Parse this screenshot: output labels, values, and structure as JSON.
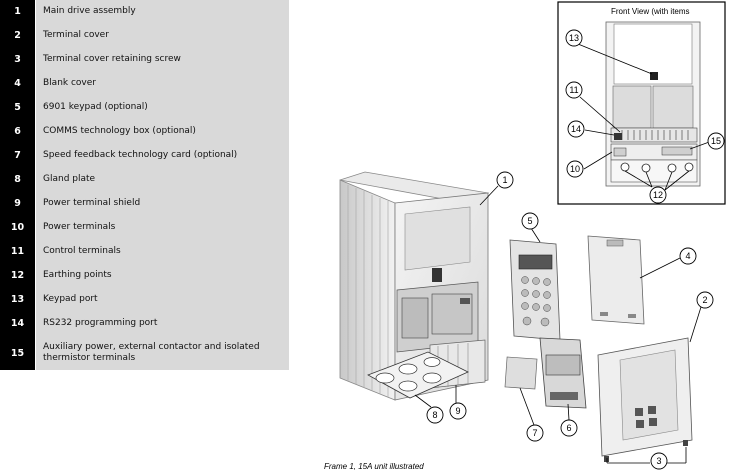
{
  "legend": {
    "items": [
      {
        "num": "1",
        "label": "Main drive assembly"
      },
      {
        "num": "2",
        "label": "Terminal cover"
      },
      {
        "num": "3",
        "label": "Terminal cover retaining screw"
      },
      {
        "num": "4",
        "label": "Blank cover"
      },
      {
        "num": "5",
        "label": "6901 keypad (optional)"
      },
      {
        "num": "6",
        "label": "COMMS technology box (optional)"
      },
      {
        "num": "7",
        "label": "Speed feedback technology card (optional)"
      },
      {
        "num": "8",
        "label": "Gland plate"
      },
      {
        "num": "9",
        "label": "Power terminal shield"
      },
      {
        "num": "10",
        "label": "Power terminals"
      },
      {
        "num": "11",
        "label": "Control terminals"
      },
      {
        "num": "12",
        "label": "Earthing points"
      },
      {
        "num": "13",
        "label": "Keypad port"
      },
      {
        "num": "14",
        "label": "RS232 programming port"
      },
      {
        "num": "15",
        "label": "Auxiliary power, external contactor and isolated thermistor terminals"
      }
    ]
  },
  "inset": {
    "title": "Front View (with items"
  },
  "callouts": {
    "c1": "1",
    "c2": "2",
    "c3": "3",
    "c4": "4",
    "c5": "5",
    "c6": "6",
    "c7": "7",
    "c8": "8",
    "c9": "9",
    "c10": "10",
    "c11": "11",
    "c12": "12",
    "c13": "13",
    "c14": "14",
    "c15": "15"
  },
  "caption": "Frame 1, 15A unit illustrated"
}
